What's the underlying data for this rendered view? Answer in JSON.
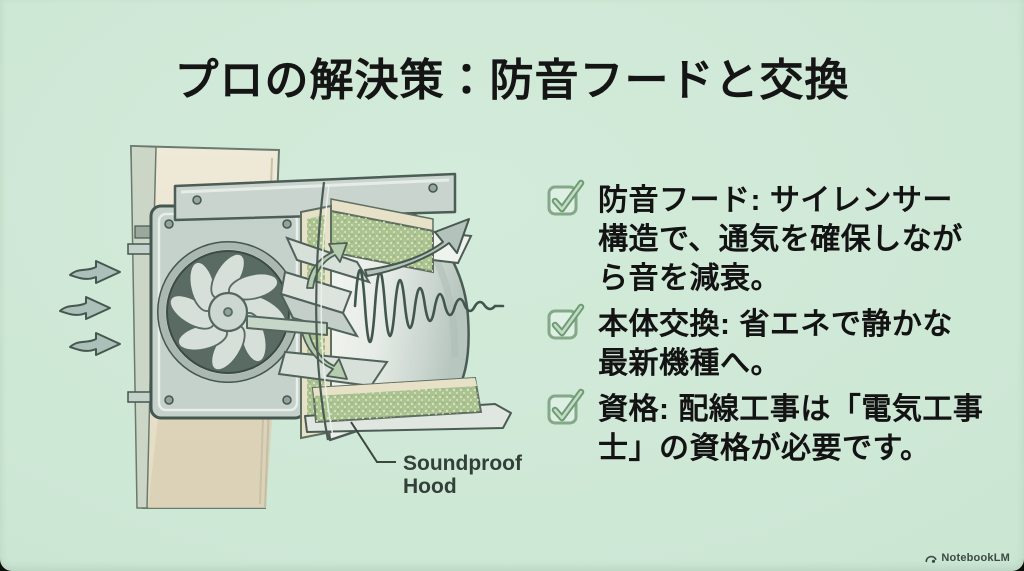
{
  "slide": {
    "title": "プロの解決策：防音フードと交換",
    "bullets": [
      {
        "lines": [
          "防音フード: サイレンサー",
          "構造で、通気を確保しなが",
          "ら音を減衰。"
        ]
      },
      {
        "lines": [
          "本体交換: 省エネで静かな",
          "最新機種へ。"
        ]
      },
      {
        "lines": [
          "資格: 配線工事は「電気工事",
          "士」の資格が必要です。"
        ]
      }
    ],
    "illustration_label": {
      "line1": "Soundproof",
      "line2": "Hood"
    },
    "watermark": "NotebookLM"
  },
  "colors": {
    "background": "#cde7d5",
    "title_text": "#151515",
    "bullet_text": "#131313",
    "checkbox_green": "#6e9a74",
    "insulation_green": "#a9c391",
    "wall_beige": "#eae3cf",
    "metal_gray": "#c5d1cb",
    "sound_wave": "#42554e",
    "label_text": "#333f39",
    "watermark_text": "#3d4a44"
  }
}
